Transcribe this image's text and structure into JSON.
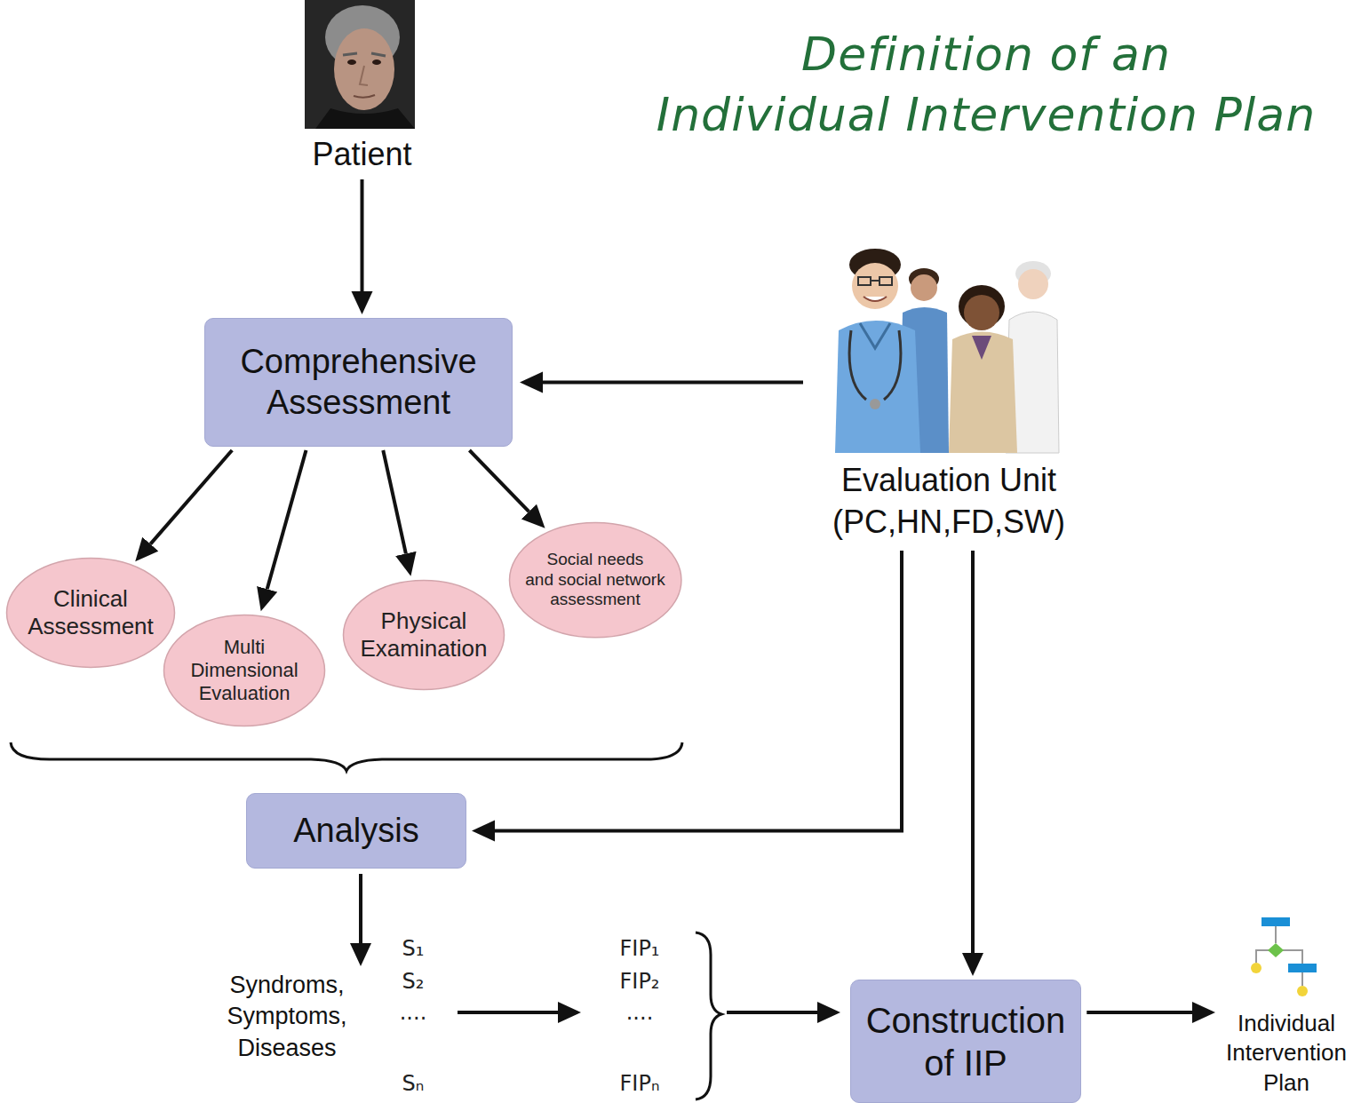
{
  "diagram": {
    "title": "Definition of an Individual Intervention Plan",
    "nodes": [
      {
        "text": [
          "Patient"
        ]
      },
      {
        "text": [
          "Comprehensive Assessment"
        ]
      },
      {
        "text": [
          "Evaluation Unit (PC,HN,FD,SW)"
        ]
      },
      {
        "text": [
          "Clinical Assessment"
        ]
      },
      {
        "text": [
          "Multi Dimensional Evaluation"
        ]
      },
      {
        "text": [
          "Physical Examination"
        ]
      },
      {
        "text": [
          "Social needs and social network assessment"
        ]
      },
      {
        "text": [
          "Analysis"
        ]
      },
      {
        "text": [
          "Syndroms, Symptoms, Diseases"
        ]
      },
      {
        "text": [
          "Construction of IIP"
        ]
      },
      {
        "text": [
          "Individual Intervention Plan"
        ]
      }
    ],
    "edges": [
      {
        "from": 0,
        "to": 1,
        "arrow": "to"
      },
      {
        "from": 2,
        "to": 1,
        "arrow": "to"
      },
      {
        "from": 1,
        "to": 3,
        "arrow": "to"
      },
      {
        "from": 1,
        "to": 4,
        "arrow": "to"
      },
      {
        "from": 1,
        "to": 5,
        "arrow": "to"
      },
      {
        "from": 1,
        "to": 6,
        "arrow": "to"
      },
      {
        "from": 2,
        "to": 7,
        "arrow": "to"
      },
      {
        "from": 2,
        "to": 9,
        "arrow": "to"
      },
      {
        "from": 7,
        "to": 8,
        "arrow": "to"
      },
      {
        "from": 9,
        "to": 10,
        "arrow": "to"
      }
    ],
    "labels": [
      "S₁",
      "S₂",
      "....",
      "Sₙ",
      "FIP₁",
      "FIP₂",
      "....",
      "FIPₙ"
    ]
  }
}
